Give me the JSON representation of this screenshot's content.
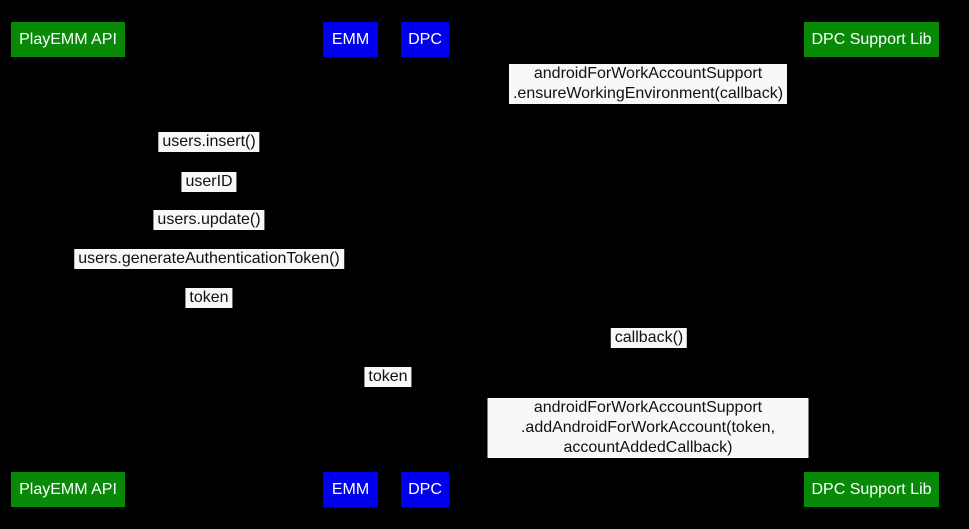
{
  "diagram": {
    "kind": "sequence-diagram",
    "description_visible": false
  },
  "colors": {
    "background": "#000000",
    "actor_green": "#088a08",
    "actor_blue": "#0000ee",
    "actor_text": "#ffffff",
    "label_bg": "#f8f8f8",
    "label_text": "#111111"
  },
  "actors": [
    {
      "label": "PlayEMM API",
      "color": "#088a08"
    },
    {
      "label": "EMM",
      "color": "#0000ee"
    },
    {
      "label": "DPC",
      "color": "#0000ee"
    },
    {
      "label": "DPC Support Lib",
      "color": "#088a08"
    }
  ],
  "messages": [
    {
      "label": "androidForWorkAccountSupport\n.ensureWorkingEnvironment(callback)"
    },
    {
      "label": "users.insert()"
    },
    {
      "label": "userID"
    },
    {
      "label": "users.update()"
    },
    {
      "label": "users.generateAuthenticationToken()"
    },
    {
      "label": "token"
    },
    {
      "label": "callback()"
    },
    {
      "label": "token"
    },
    {
      "label": "androidForWorkAccountSupport\n.addAndroidForWorkAccount(token, accountAddedCallback)"
    }
  ]
}
